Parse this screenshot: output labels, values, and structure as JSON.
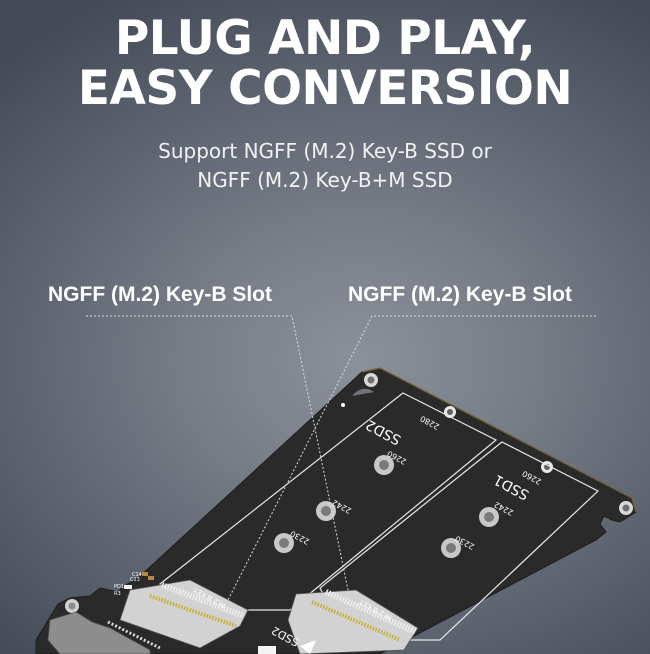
{
  "headline": {
    "line1": "PLUG AND PLAY,",
    "line2": "EASY CONVERSION"
  },
  "subheadline": {
    "line1": "Support NGFF (M.2) Key-B SSD or",
    "line2": "NGFF (M.2) Key-B+M SSD"
  },
  "callouts": [
    {
      "label": "NGFF (M.2) Key-B Slot"
    },
    {
      "label": "NGFF (M.2) Key-B Slot"
    }
  ],
  "board": {
    "slots": [
      {
        "name": "SSD2",
        "sizes": [
          "2280",
          "2260",
          "2242",
          "2230"
        ],
        "key_label": "M.2 B KEY"
      },
      {
        "name": "SSD1",
        "sizes": [
          "2260",
          "2242",
          "2230"
        ],
        "key_label": "M.2 B KEY"
      }
    ],
    "component_labels": [
      "C14",
      "C13",
      "PD1",
      "R3"
    ],
    "bottom_label": "SSD2"
  },
  "colors": {
    "background_top": "#434956",
    "background_center": "#8c9099",
    "pcb": "#2b2b2b",
    "silkscreen": "#ffffff",
    "gold_pins": "#c8b030"
  }
}
